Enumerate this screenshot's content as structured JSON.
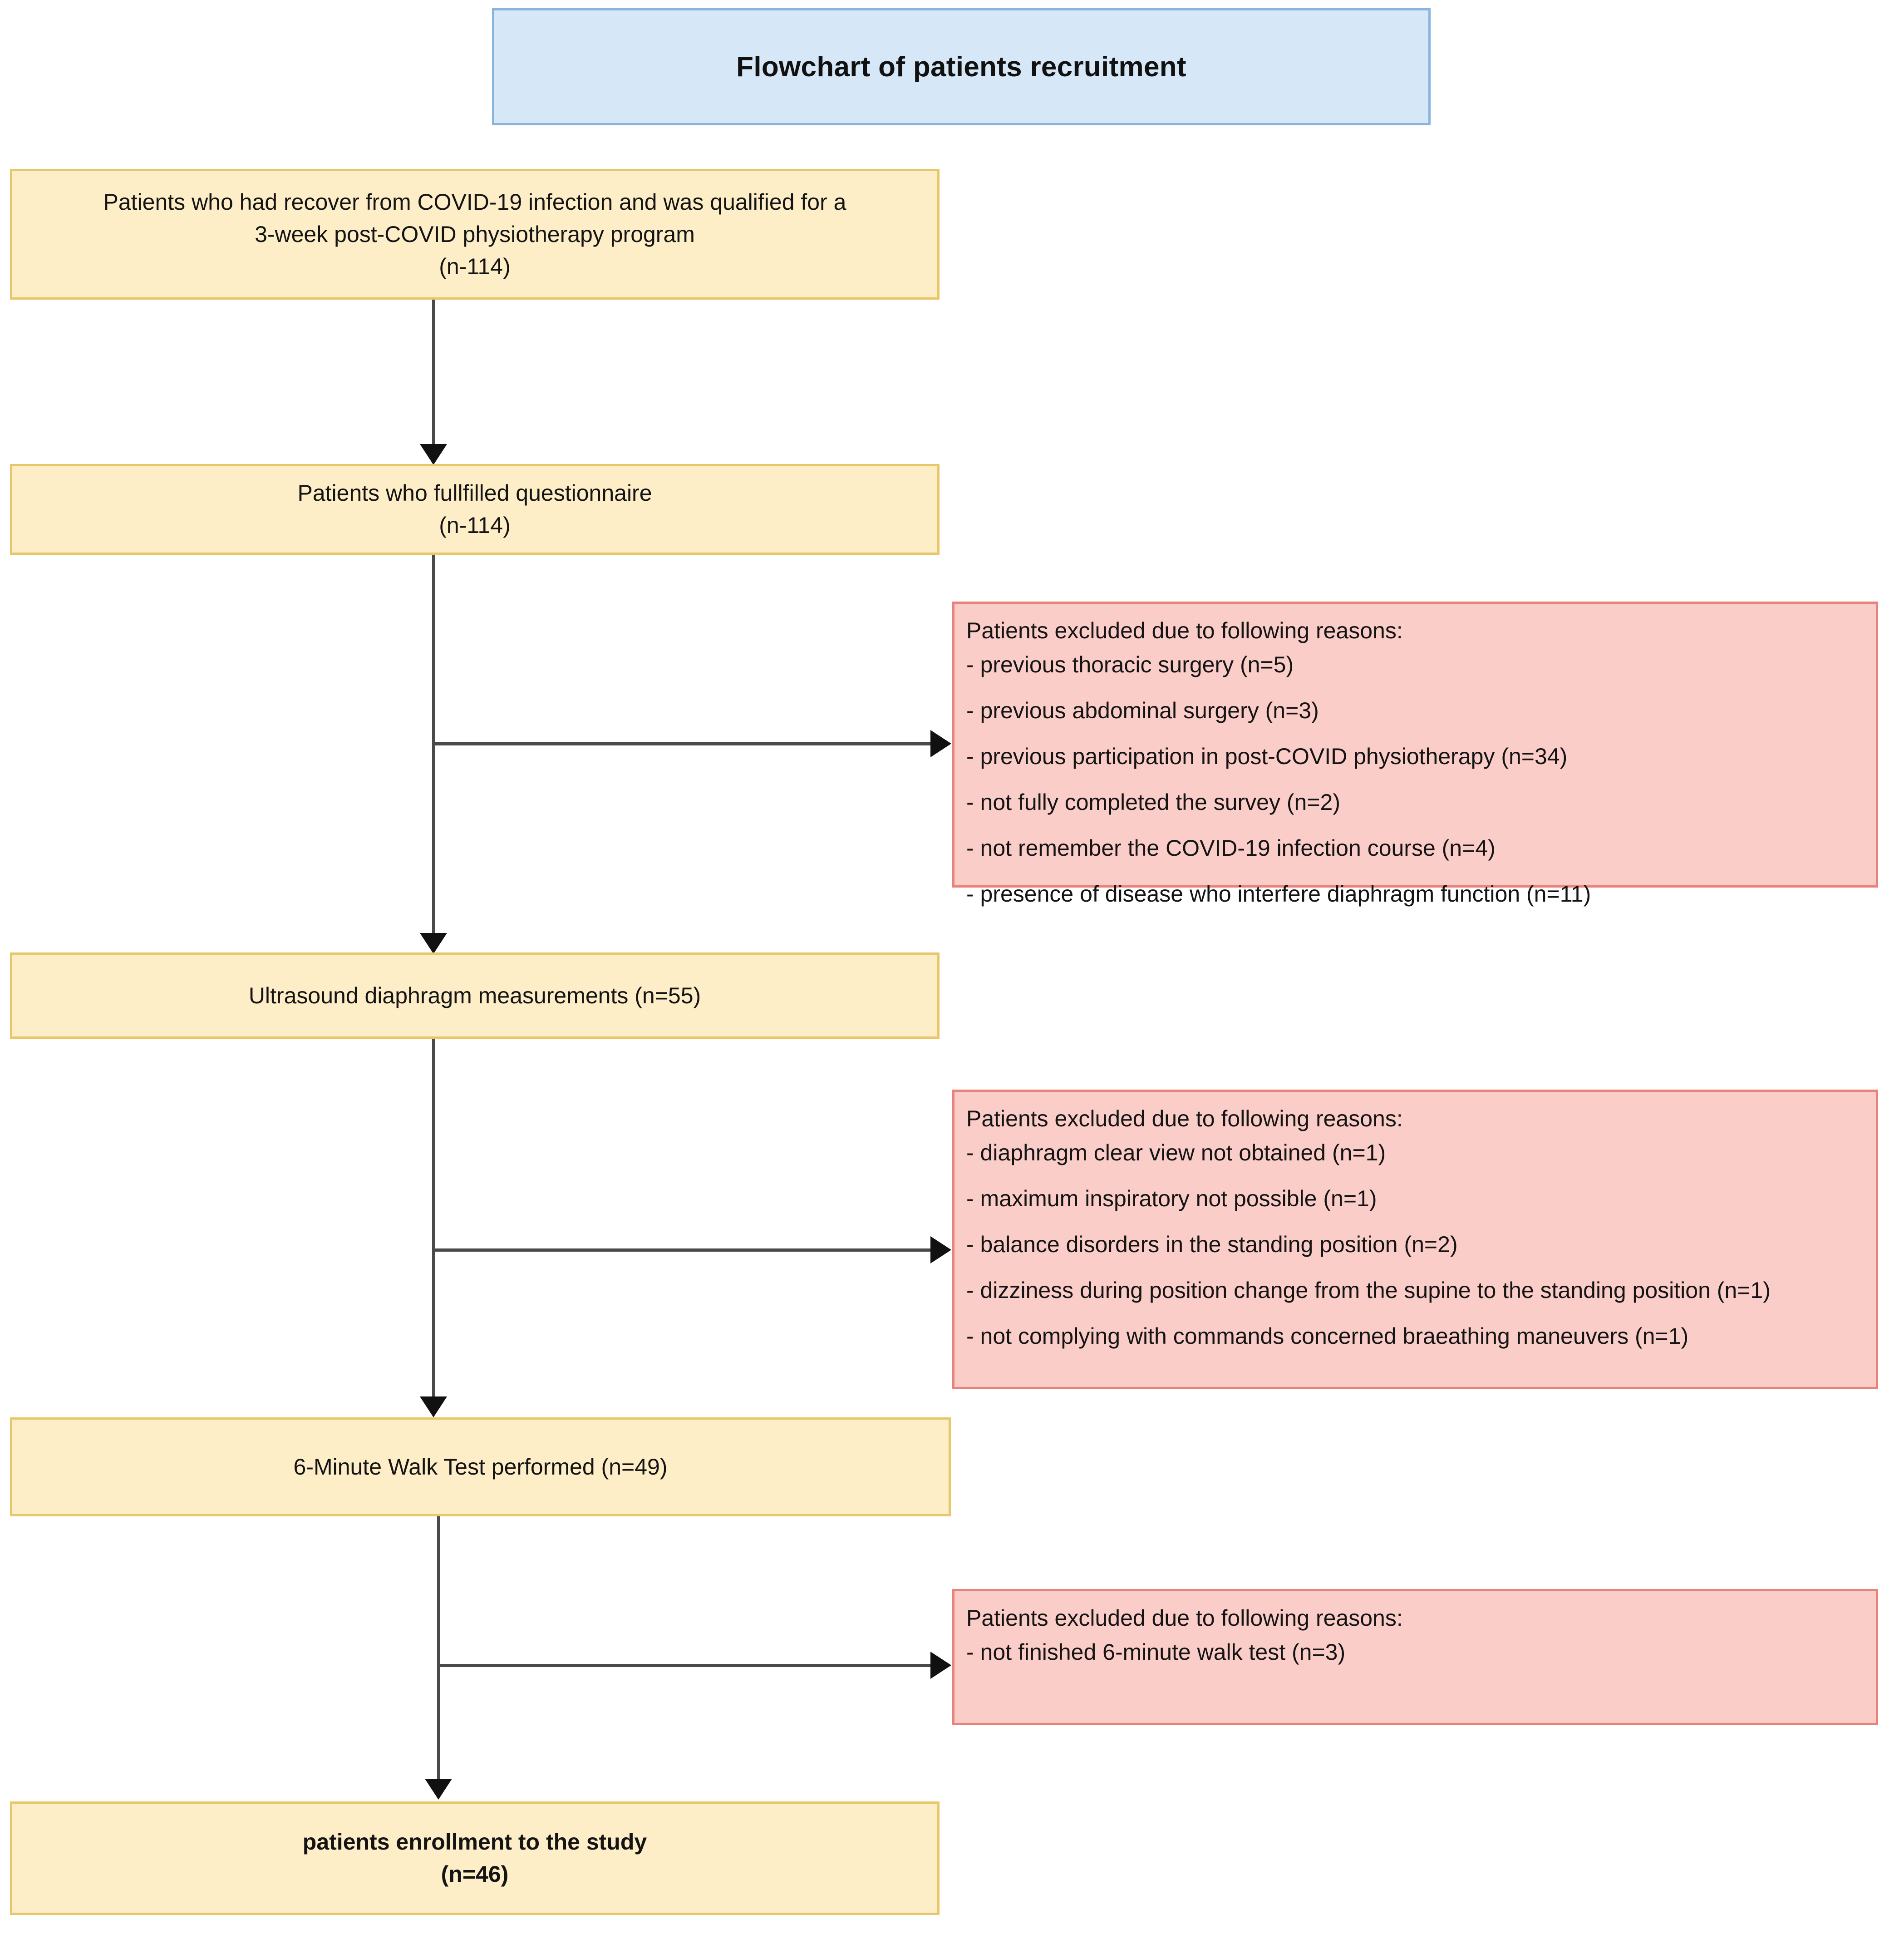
{
  "title": {
    "text": "Flowchart of patients recruitment"
  },
  "nodes": [
    {
      "id": "recovered",
      "lines": [
        "Patients who had recover from COVID-19 infection and was qualified for a",
        "3-week post-COVID physiotherapy program",
        "(n-114)"
      ]
    },
    {
      "id": "questionnaire",
      "lines": [
        "Patients who fullfilled questionnaire",
        "(n-114)"
      ]
    },
    {
      "id": "ultrasound",
      "lines": [
        "Ultrasound diaphragm measurements (n=55)"
      ]
    },
    {
      "id": "sixmwt",
      "lines": [
        "6-Minute Walk Test performed (n=49)"
      ]
    },
    {
      "id": "enrollment",
      "lines": [
        "patients enrollment to the study",
        "(n=46)"
      ]
    }
  ],
  "exclusions": [
    {
      "id": "excl-after-questionnaire",
      "heading": "Patients excluded due to following reasons:",
      "reasons": [
        "- previous thoracic surgery (n=5)",
        "- previous abdominal surgery (n=3)",
        "- previous participation in post-COVID physiotherapy (n=34)",
        "- not fully completed the survey (n=2)",
        "- not remember the COVID-19 infection course (n=4)",
        "- presence of disease who interfere diaphragm function (n=11)"
      ]
    },
    {
      "id": "excl-after-ultrasound",
      "heading": "Patients excluded due to following reasons:",
      "reasons": [
        "- diaphragm clear view not obtained (n=1)",
        "- maximum inspiratory not possible (n=1)",
        "- balance disorders in the standing position (n=2)",
        "- dizziness during position change from the supine to the standing position (n=1)",
        "- not complying with commands concerned braeathing maneuvers (n=1)"
      ]
    },
    {
      "id": "excl-after-sixmwt",
      "heading": "Patients excluded due to following reasons:",
      "reasons": [
        "- not finished 6-minute walk test (n=3)"
      ]
    }
  ],
  "colors": {
    "title_fill": "#d6e8f7",
    "title_border": "#8ab4dd",
    "node_fill": "#fdeec8",
    "node_border": "#e8c66a",
    "exclusion_fill": "#fbcdc8",
    "exclusion_border": "#e8837c",
    "connector": "#4a4a4a",
    "arrowhead": "#111111",
    "background": "#ffffff"
  }
}
